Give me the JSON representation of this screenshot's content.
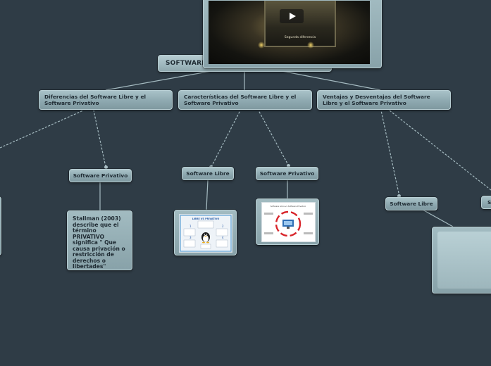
{
  "central": {
    "title": "SOFTWARE LIBRE VS SOFTWARE PRIVATIVO"
  },
  "video": {
    "caption": "Segunda diferencia"
  },
  "topics": [
    {
      "label": "Diferencias del Software Libre y el Software Privativo"
    },
    {
      "label": "Características del Software Libre y el Software Privativo"
    },
    {
      "label": "Ventajas y Desventajas del Software Libre y el Software Privativo"
    }
  ],
  "subtopics": [
    {
      "label": "Software Privativo"
    },
    {
      "label": "Software Libre"
    },
    {
      "label": "Software Privativo"
    },
    {
      "label": "Software Libre"
    },
    {
      "label": "S"
    }
  ],
  "notes": [
    {
      "text": "Stallman (2003) describe que el término PRIVATIVO significa \" Que causa privación o restricción de derechos o libertades\""
    }
  ],
  "thumbnails": [
    {
      "title": "LIBRE VS PRIVATIVO"
    },
    {
      "title": "Software Libre vs Software Privativo"
    }
  ],
  "colors": {
    "background": "#2f3c46",
    "node": "#9bb4ba",
    "connector": "#a9bec4"
  }
}
